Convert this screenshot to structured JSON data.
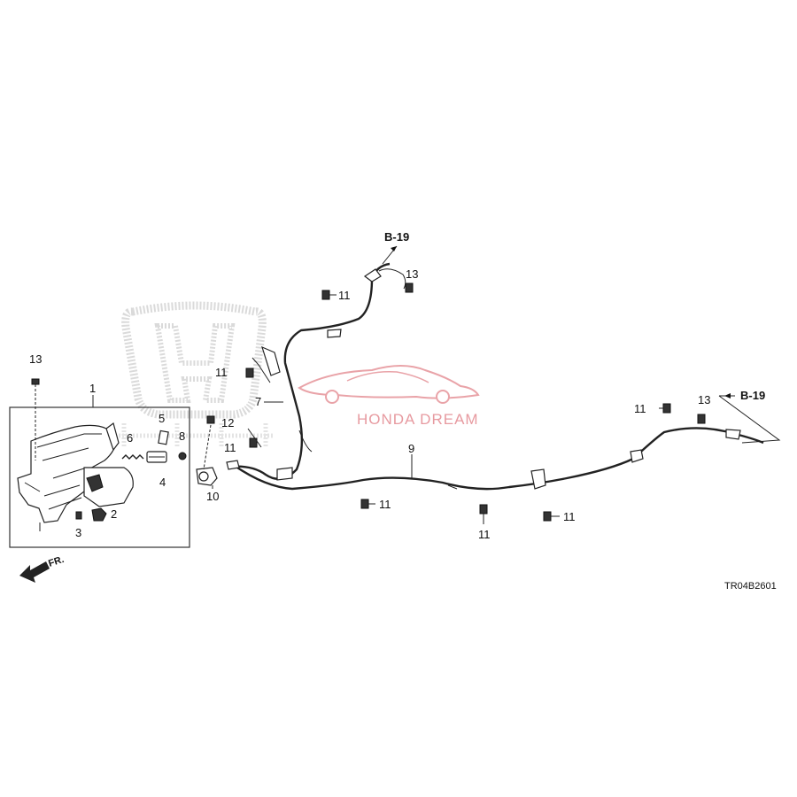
{
  "diagram": {
    "code": "TR04B2601",
    "direction_label": "FR.",
    "watermark_text": "HONDA DREAM",
    "refs": [
      {
        "id": "ref-b19-top",
        "text": "B-19"
      },
      {
        "id": "ref-b19-right",
        "text": "B-19"
      }
    ],
    "callouts": [
      {
        "id": "c1",
        "text": "1"
      },
      {
        "id": "c2",
        "text": "2"
      },
      {
        "id": "c3",
        "text": "3"
      },
      {
        "id": "c4",
        "text": "4"
      },
      {
        "id": "c5",
        "text": "5"
      },
      {
        "id": "c6",
        "text": "6"
      },
      {
        "id": "c7",
        "text": "7"
      },
      {
        "id": "c8",
        "text": "8"
      },
      {
        "id": "c9",
        "text": "9"
      },
      {
        "id": "c10",
        "text": "10"
      },
      {
        "id": "c11a",
        "text": "11"
      },
      {
        "id": "c11b",
        "text": "11"
      },
      {
        "id": "c11c",
        "text": "11"
      },
      {
        "id": "c11d",
        "text": "11"
      },
      {
        "id": "c11e",
        "text": "11"
      },
      {
        "id": "c11f",
        "text": "11"
      },
      {
        "id": "c11g",
        "text": "11"
      },
      {
        "id": "c12",
        "text": "12"
      },
      {
        "id": "c13a",
        "text": "13"
      },
      {
        "id": "c13b",
        "text": "13"
      },
      {
        "id": "c13c",
        "text": "13"
      }
    ]
  },
  "colors": {
    "line": "#222222",
    "watermark_logo": "#c8c8c8",
    "watermark_accent": "#e79aa0"
  }
}
